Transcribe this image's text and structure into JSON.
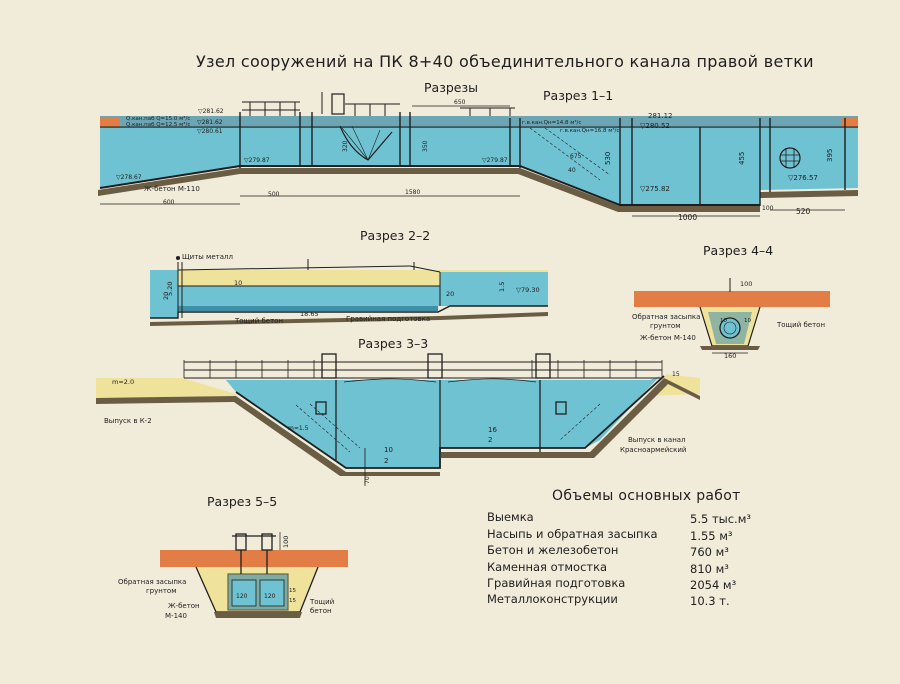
{
  "title": "Узел сооружений на ПК  8+40 объединительного канала правой ветки",
  "subtitle": "Разрезы",
  "sections": {
    "s11": {
      "label": "Разрез 1–1",
      "levels": [
        "▽281.62",
        "▽281.62",
        "▽280.61",
        "▽279.87",
        "▽279.87",
        "▽278.67",
        "281.12",
        "▽280.52",
        "▽275.82",
        "▽276.57"
      ],
      "flows": [
        "Q.кан.паб Q=15.0 м³/с",
        "Q.кан.паб Q=12.5 м³/с",
        "г.в.кан.Qн=14.8 м³/с",
        "г.в.кан.Qн=16.8 м³/с"
      ],
      "dims": [
        "650",
        "500",
        "1580",
        "600",
        "1000",
        "520",
        "530",
        "455",
        "395",
        "675",
        "100",
        "320",
        "350",
        "40"
      ],
      "material": "Ж-бетон М-110"
    },
    "s22": {
      "label": "Разрез 2–2",
      "notes": [
        "Щиты металл",
        "Тощий бетон",
        "Гравийная подготовка"
      ],
      "dims": [
        "10",
        "18.65",
        "20",
        "20",
        "5.20",
        "1.5"
      ],
      "levels": [
        "▽79.30"
      ]
    },
    "s33": {
      "label": "Разрез 3–3",
      "notes": [
        "Выпуск в К-2",
        "Выпуск в канал",
        "Красноармейский"
      ],
      "dims": [
        "m=2.0",
        "m=1.5",
        "16",
        "2",
        "10",
        "2",
        "70",
        "15"
      ]
    },
    "s44": {
      "label": "Разрез 4–4",
      "notes": [
        "Обратная засыпка",
        "грунтом",
        "Ж-бетон  М-140",
        "Тощий бетон"
      ],
      "dims": [
        "100",
        "160",
        "10",
        "10"
      ]
    },
    "s55": {
      "label": "Разрез 5–5",
      "notes": [
        "Обратная засыпка",
        "грунтом",
        "Ж-бетон",
        "М-140",
        "Тощий",
        "бетон"
      ],
      "dims": [
        "100",
        "120",
        "120",
        "15",
        "15"
      ]
    }
  },
  "volumes": {
    "title": "Объемы основных работ",
    "rows": [
      {
        "name": "Выемка",
        "value": "5.5 тыс.м³"
      },
      {
        "name": "Насыпь и обратная  засыпка",
        "value": "1.55 м³"
      },
      {
        "name": "Бетон и железобетон",
        "value": "760 м³"
      },
      {
        "name": "Каменная отмостка",
        "value": "810 м³"
      },
      {
        "name": "Гравийная подготовка",
        "value": "2054 м³"
      },
      {
        "name": "Металлоконструкции",
        "value": "10.3 т."
      }
    ]
  },
  "colors": {
    "paper": "#f1ebda",
    "water": "#6fc2d2",
    "water_dark": "#3f8fa8",
    "soil": "#e27e45",
    "fill": "#efe39c",
    "ground": "#6b5d44",
    "line": "#1e1e1e"
  }
}
